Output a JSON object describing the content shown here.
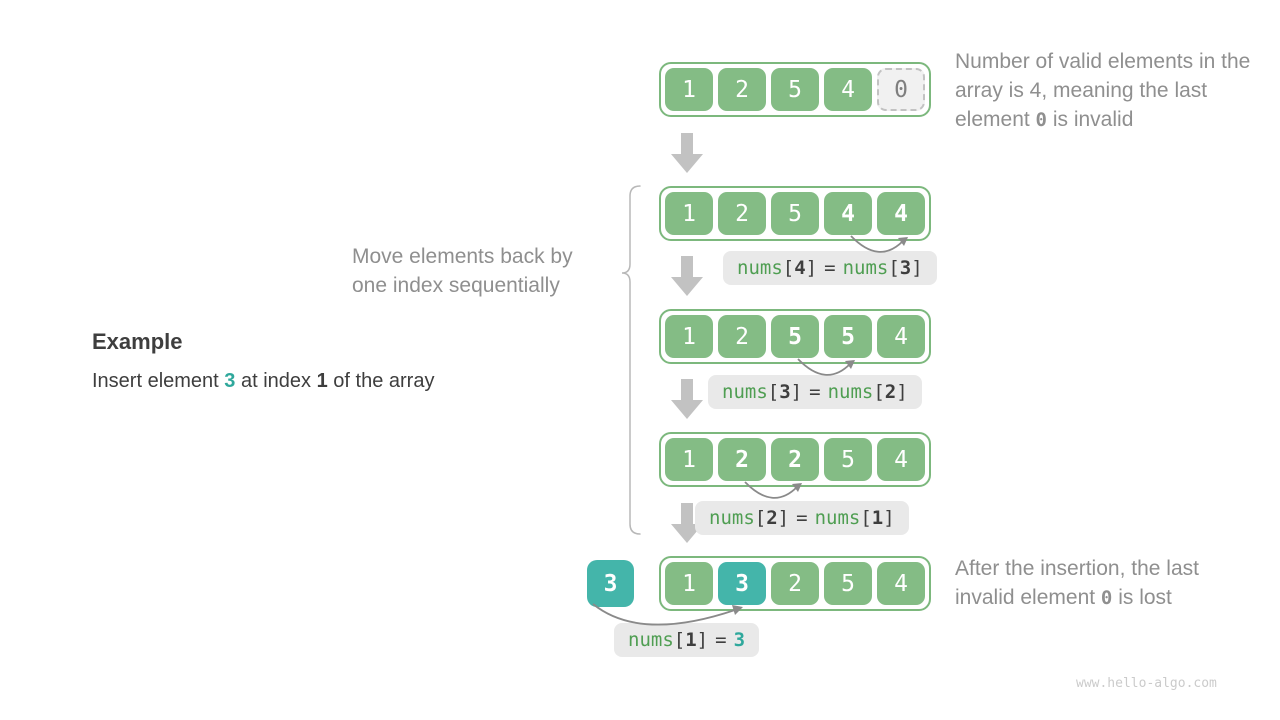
{
  "example": {
    "heading": "Example",
    "desc": {
      "t1": "Insert element ",
      "v1": "3",
      "t2": " at index ",
      "v2": "1",
      "t3": " of the array"
    }
  },
  "notes": {
    "move_line1": "Move elements back by",
    "move_line2": "one index sequentially",
    "top_t1": "Number of valid elements in the array is 4, meaning the last element ",
    "top_code": "0",
    "top_t2": " is invalid",
    "bottom_t1": "After the insertion, the last invalid element ",
    "bottom_code": "0",
    "bottom_t2": " is lost"
  },
  "inserted_value": "3",
  "arrays": [
    {
      "cells": [
        "1",
        "2",
        "5",
        "4",
        "0"
      ]
    },
    {
      "cells": [
        "1",
        "2",
        "5",
        "4",
        "4"
      ]
    },
    {
      "cells": [
        "1",
        "2",
        "5",
        "5",
        "4"
      ]
    },
    {
      "cells": [
        "1",
        "2",
        "2",
        "5",
        "4"
      ]
    },
    {
      "cells": [
        "1",
        "3",
        "2",
        "5",
        "4"
      ]
    }
  ],
  "syntax": {
    "fn": "nums",
    "lb": "[",
    "rb": "]",
    "eq": "="
  },
  "code_labels": [
    {
      "i1": "4",
      "i2": "3"
    },
    {
      "i1": "3",
      "i2": "2"
    },
    {
      "i1": "2",
      "i2": "1"
    },
    {
      "i1": "1",
      "val": "3"
    }
  ],
  "watermark": "www.hello-algo.com",
  "colors": {
    "green": "#84bc85",
    "green_border": "#7cb87d",
    "teal": "#44b5aa",
    "code_teal": "#2fa89c",
    "invalid_bg": "#f1f1f1",
    "invalid_border": "#c2c2c2",
    "invalid_text": "#7f7f7f",
    "code_bg": "#e9e9e9",
    "code_green": "#4f9e52",
    "dark": "#3e3e3e",
    "gray_text": "#8f8f8f",
    "arrow_gray": "#c2c2c2",
    "curve_arrow": "#8a8a8a",
    "watermark": "#cbcbcb"
  }
}
